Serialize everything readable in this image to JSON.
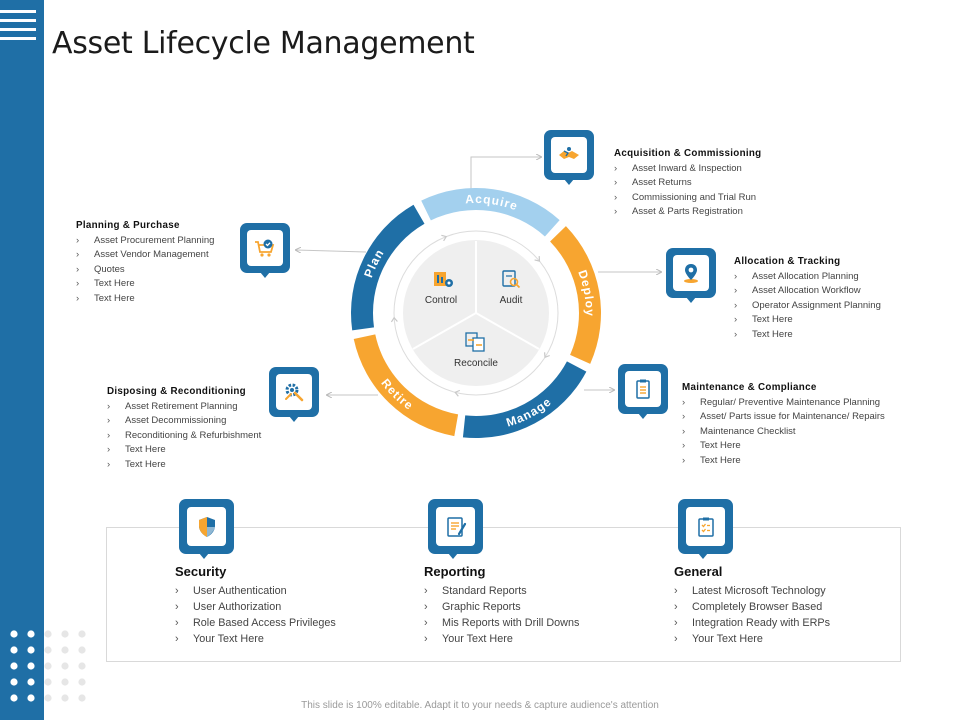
{
  "title": "Asset Lifecycle Management",
  "colors": {
    "blue": "#1f6fa6",
    "light_blue": "#a3d0ee",
    "orange": "#f7a530"
  },
  "wheel": {
    "segments": [
      {
        "label": "Acquire",
        "color": "#a3d0ee"
      },
      {
        "label": "Deploy",
        "color": "#f7a530"
      },
      {
        "label": "Manage",
        "color": "#1f6fa6"
      },
      {
        "label": "Retire",
        "color": "#f7a530"
      },
      {
        "label": "Plan",
        "color": "#1f6fa6"
      }
    ],
    "center": {
      "control": "Control",
      "audit": "Audit",
      "reconcile": "Reconcile"
    }
  },
  "blocks": {
    "acquisition": {
      "heading": "Acquisition & Commissioning",
      "icon": "handshake-icon",
      "items": [
        "Asset Inward & Inspection",
        "Asset Returns",
        "Commissioning and Trial Run",
        "Asset & Parts Registration"
      ]
    },
    "planning": {
      "heading": "Planning & Purchase",
      "icon": "cart-icon",
      "items": [
        "Asset Procurement Planning",
        "Asset Vendor Management",
        "Quotes",
        "Text Here",
        "Text Here"
      ]
    },
    "allocation": {
      "heading": "Allocation & Tracking",
      "icon": "location-pin-icon",
      "items": [
        "Asset Allocation Planning",
        "Asset Allocation Workflow",
        "Operator Assignment Planning",
        "Text Here",
        "Text Here"
      ]
    },
    "disposing": {
      "heading": "Disposing & Reconditioning",
      "icon": "gear-wrench-icon",
      "items": [
        "Asset Retirement Planning",
        "Asset Decommissioning",
        "Reconditioning & Refurbishment",
        "Text Here",
        "Text Here"
      ]
    },
    "maintenance": {
      "heading": "Maintenance & Compliance",
      "icon": "clipboard-icon",
      "items": [
        "Regular/ Preventive Maintenance Planning",
        "Asset/ Parts issue for Maintenance/ Repairs",
        "Maintenance Checklist",
        "Text Here",
        "Text Here"
      ]
    }
  },
  "categories": {
    "security": {
      "heading": "Security",
      "icon": "shield-icon",
      "items": [
        "User Authentication",
        "User Authorization",
        "Role Based Access Privileges",
        "Your Text Here"
      ]
    },
    "reporting": {
      "heading": "Reporting",
      "icon": "report-icon",
      "items": [
        "Standard Reports",
        "Graphic Reports",
        "Mis Reports with Drill Downs",
        "Your Text Here"
      ]
    },
    "general": {
      "heading": "General",
      "icon": "checklist-icon",
      "items": [
        "Latest Microsoft Technology",
        "Completely Browser Based",
        "Integration Ready with ERPs",
        "Your Text Here"
      ]
    }
  },
  "footer": "This slide is 100% editable. Adapt it to your needs & capture audience's attention"
}
